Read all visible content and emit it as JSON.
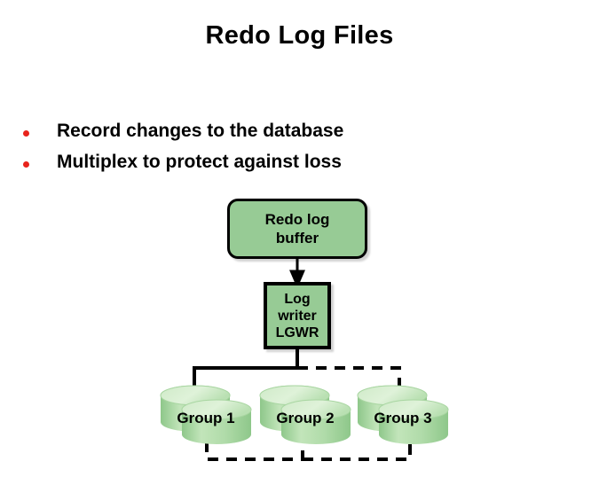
{
  "slide": {
    "title": "Redo Log Files",
    "background_color": "#ffffff"
  },
  "bullets": [
    {
      "marker": "red-dot",
      "text": "Record changes to the database"
    },
    {
      "marker": "red-dot",
      "text": "Multiplex to protect against loss"
    }
  ],
  "colors": {
    "bullet_marker": "#e8231c",
    "box_fill": "#97cb95",
    "box_border": "#000000",
    "cylinder_light": "#d7eed0",
    "cylinder_mid": "#b5ddaf",
    "cylinder_dark": "#8ec78a",
    "connector": "#000000",
    "text": "#000000"
  },
  "diagram": {
    "type": "flow",
    "nodes": {
      "redo_log_buffer": {
        "label": "Redo log\nbuffer",
        "shape": "rounded-rectangle"
      },
      "log_writer": {
        "label": "Log\nwriter\nLGWR",
        "shape": "rectangle"
      },
      "groups": [
        {
          "id": "group-1",
          "label": "Group 1",
          "shape": "double-cylinder"
        },
        {
          "id": "group-2",
          "label": "Group 2",
          "shape": "double-cylinder"
        },
        {
          "id": "group-3",
          "label": "Group 3",
          "shape": "double-cylinder"
        }
      ]
    },
    "connectors": [
      {
        "from": "redo_log_buffer",
        "to": "log_writer",
        "style": "solid",
        "arrow": true
      },
      {
        "from": "log_writer",
        "to": "group-1",
        "style": "solid",
        "arrow": true
      },
      {
        "from": "log_writer",
        "to": "group-3",
        "style": "dashed",
        "arrow": false
      },
      {
        "from": "group-1",
        "to": "group-2",
        "style": "dashed",
        "arrow": false
      },
      {
        "from": "group-2",
        "to": "group-3",
        "style": "dashed",
        "arrow": false
      }
    ]
  }
}
